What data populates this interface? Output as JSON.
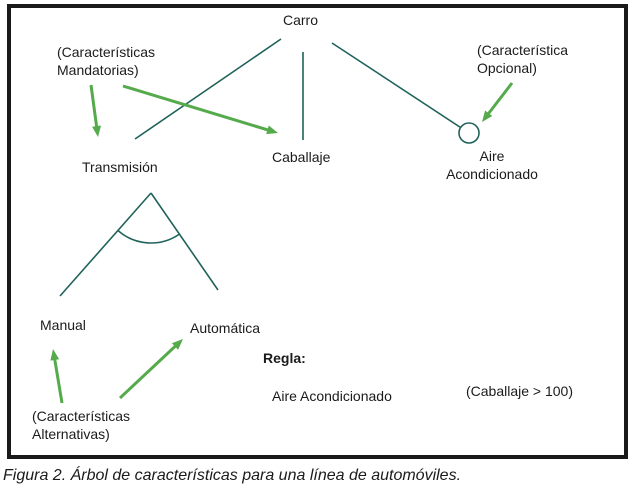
{
  "colors": {
    "tree_line": "#20635a",
    "arrow_green": "#55aa4c",
    "text": "#1b1b1b",
    "border": "#1a1a1a",
    "background": "#ffffff"
  },
  "nodes": {
    "carro": "Carro",
    "transmision": "Transmisión",
    "caballaje": "Caballaje",
    "aire_line1": "Aire",
    "aire_line2": "Acondicionado",
    "manual": "Manual",
    "automatica": "Automática"
  },
  "annotations": {
    "mandatorias_line1": "(Características",
    "mandatorias_line2": "Mandatorias)",
    "opcional_line1": "(Característica",
    "opcional_line2": "Opcional)",
    "alternativas_line1": "(Características",
    "alternativas_line2": "Alternativas)"
  },
  "rule": {
    "heading": "Regla:",
    "antecedent": "Aire Acondicionado",
    "consequent": "(Caballaje > 100)"
  },
  "caption": "Figura 2. Árbol de características para una línea de automóviles.",
  "edges": [
    {
      "from": "Carro",
      "to": "Transmisión",
      "type": "mandatoria"
    },
    {
      "from": "Carro",
      "to": "Caballaje",
      "type": "mandatoria"
    },
    {
      "from": "Carro",
      "to": "Aire Acondicionado",
      "type": "opcional"
    },
    {
      "from": "Transmisión",
      "to": "Manual",
      "type": "alternativa"
    },
    {
      "from": "Transmisión",
      "to": "Automática",
      "type": "alternativa"
    }
  ]
}
